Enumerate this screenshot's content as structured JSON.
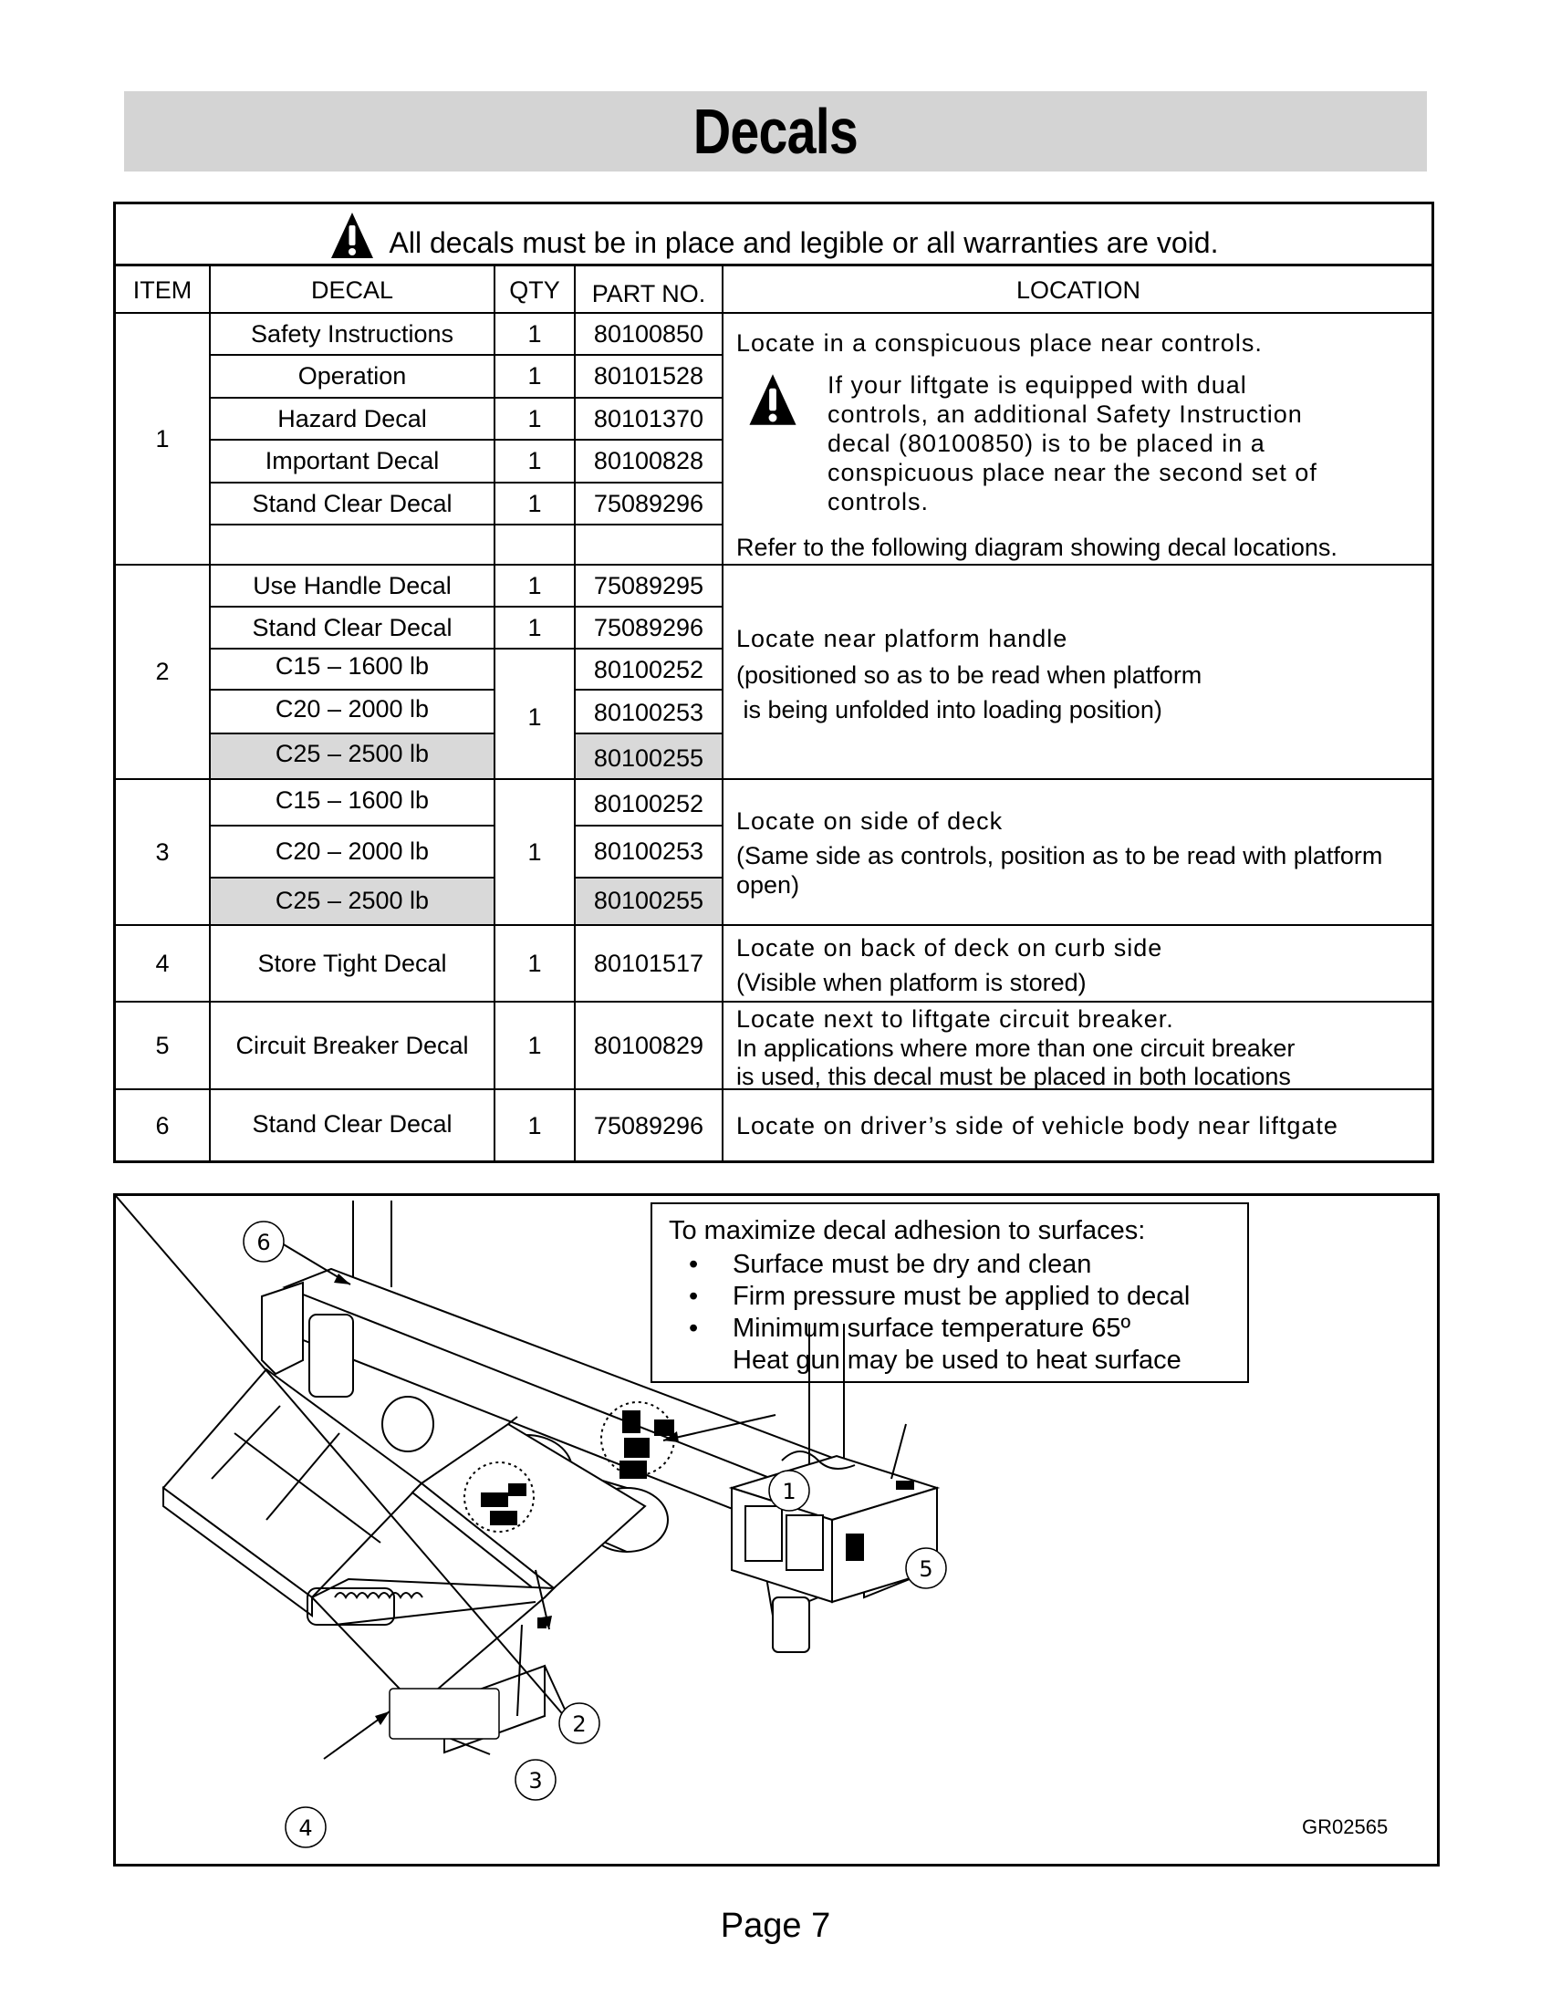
{
  "title": "Decals",
  "warning": "All decals must be in place and legible or all warranties are void.",
  "headers": {
    "item": "ITEM",
    "decal": "DECAL",
    "qty": "QTY",
    "part": "PART NO.",
    "location": "LOCATION"
  },
  "rows": [
    {
      "decal": "Safety Instructions",
      "qty": "1",
      "part": "80100850"
    },
    {
      "decal": "Operation",
      "qty": "1",
      "part": "80101528"
    },
    {
      "decal": "Hazard Decal",
      "qty": "1",
      "part": "80101370"
    },
    {
      "decal": "Important Decal",
      "qty": "1",
      "part": "80100828"
    },
    {
      "decal": "Stand Clear Decal",
      "qty": "1",
      "part": "75089296"
    },
    {
      "decal": "Use Handle Decal",
      "qty": "1",
      "part": "75089295"
    },
    {
      "decal": "Stand Clear Decal",
      "qty": "1",
      "part": "75089296"
    },
    {
      "decal": "C15 – 1600 lb",
      "part": "80100252"
    },
    {
      "decal": "C20 – 2000 lb",
      "qty": "1",
      "part": "80100253"
    },
    {
      "decal": "C25 – 2500 lb",
      "part": "80100255"
    },
    {
      "decal": "C15 – 1600 lb",
      "part": "80100252"
    },
    {
      "decal": "C20 – 2000 lb",
      "qty": "1",
      "part": "80100253"
    },
    {
      "decal": "C25 – 2500 lb",
      "part": "80100255"
    },
    {
      "decal": "Store Tight Decal",
      "qty": "1",
      "part": "80101517"
    },
    {
      "decal": "Circuit Breaker Decal",
      "qty": "1",
      "part": "80100829"
    },
    {
      "decal": "Stand Clear Decal",
      "qty": "1",
      "part": "75089296"
    }
  ],
  "items": [
    "1",
    "2",
    "3",
    "4",
    "5",
    "6"
  ],
  "locations": {
    "g1_main": "Locate in a conspicuous place near controls.",
    "g1_note_1": "If your liftgate is equipped with dual",
    "g1_note_2": "controls, an additional Safety Instruction",
    "g1_note_3": "decal (80100850) is to be placed in a",
    "g1_note_4": "conspicuous place near the second set of",
    "g1_note_5": "controls.",
    "g1_ref": "Refer to the following diagram showing decal locations.",
    "g2_main": "Locate near platform handle",
    "g2_sub1": "(positioned so as to be read when platform",
    "g2_sub2": " is being unfolded into loading position)",
    "g3_main": "Locate on side of deck",
    "g3_sub1": "(Same side as controls, position as to be read with platform",
    "g3_sub2": "open)",
    "g4_main": "Locate on back of deck on curb side",
    "g4_sub": "(Visible when platform is stored)",
    "g5_main": "Locate next to liftgate circuit breaker.",
    "g5_sub1": "In applications where more than one circuit breaker",
    "g5_sub2": "is used, this decal must be placed in both locations",
    "g6_main": "Locate on driver’s side of vehicle body near liftgate"
  },
  "tips": {
    "heading": "To maximize decal adhesion to surfaces:",
    "bullets": [
      "Surface must be dry and clean",
      "Firm pressure must be applied to decal",
      "Minimum surface temperature 65º"
    ],
    "note": "Heat gun may be used to heat surface",
    "bullet_char": "•"
  },
  "callouts": [
    "1",
    "2",
    "3",
    "4",
    "5",
    "6"
  ],
  "figure_code": "GR02565",
  "page": "Page 7"
}
